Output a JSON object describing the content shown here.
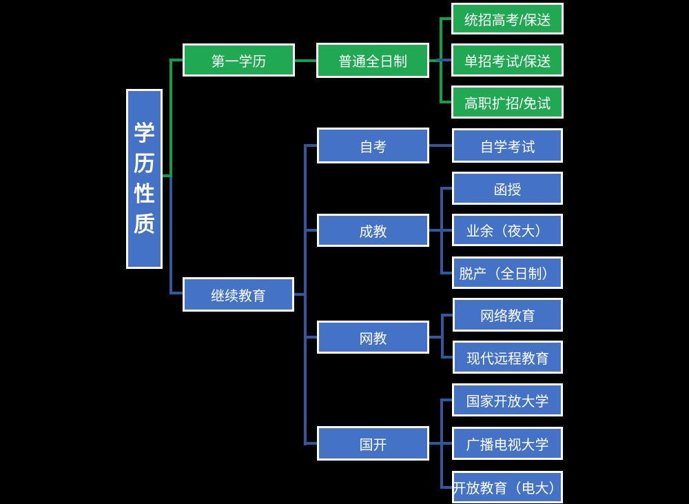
{
  "diagram": {
    "root": {
      "label": "学历性质"
    },
    "branches": [
      {
        "label": "第一学历",
        "children": [
          {
            "label": "普通全日制",
            "children": [
              {
                "label": "统招高考/保送"
              },
              {
                "label": "单招考试/保送"
              },
              {
                "label": "高职扩招/免试"
              }
            ]
          }
        ]
      },
      {
        "label": "继续教育",
        "children": [
          {
            "label": "自考",
            "children": [
              {
                "label": "自学考试"
              }
            ]
          },
          {
            "label": "成教",
            "children": [
              {
                "label": "函授"
              },
              {
                "label": "业余（夜大）"
              },
              {
                "label": "脱产（全日制）"
              }
            ]
          },
          {
            "label": "网教",
            "children": [
              {
                "label": "网络教育"
              },
              {
                "label": "现代远程教育"
              }
            ]
          },
          {
            "label": "国开",
            "children": [
              {
                "label": "国家开放大学"
              },
              {
                "label": "广播电视大学"
              },
              {
                "label": "开放教育（电大）"
              }
            ]
          }
        ]
      }
    ],
    "colors": {
      "box_green": "#20A853",
      "box_blue": "#4472C4",
      "line_green": "#12A14B",
      "line_blue": "#30589F",
      "node_border": "#FFFFFF",
      "text": "#FFFFFF",
      "background": "#000000"
    }
  }
}
